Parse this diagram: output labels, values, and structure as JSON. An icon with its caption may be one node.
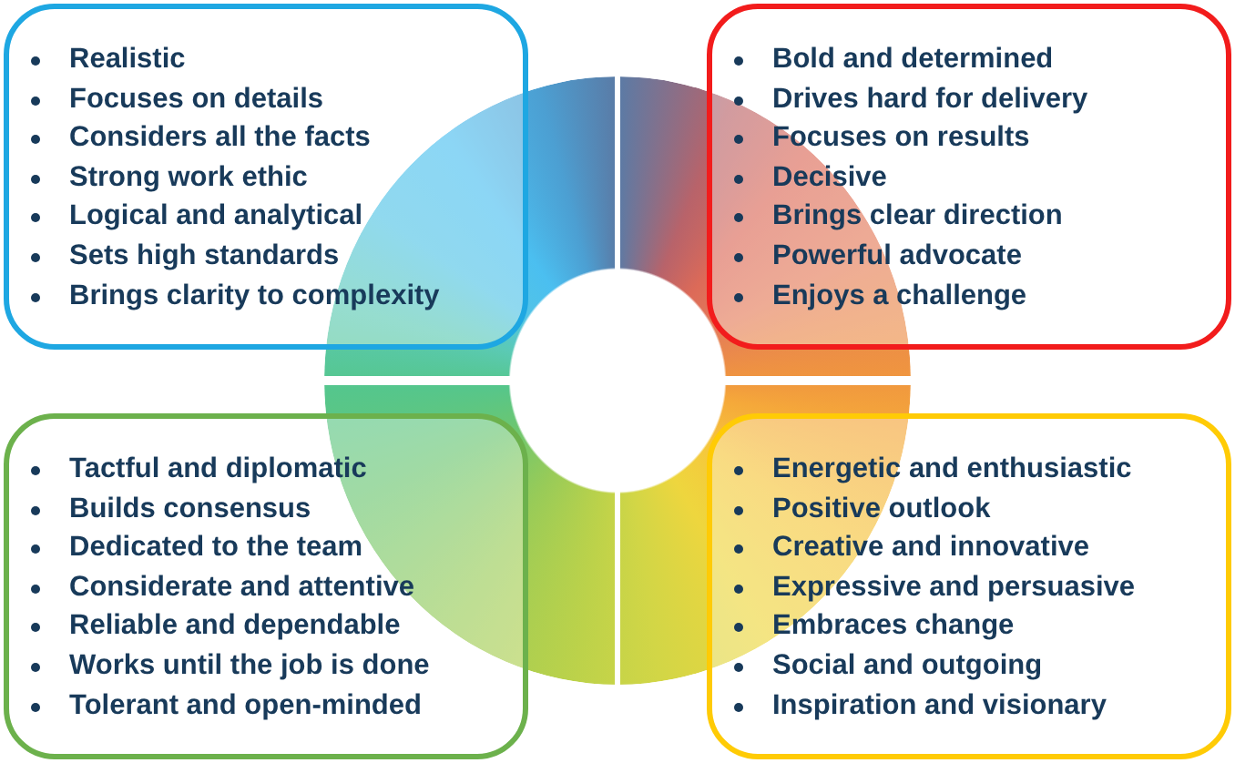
{
  "diagram": {
    "nodes": [
      {
        "text": [
          "Realistic",
          "Focuses on details",
          "Considers all the facts",
          "Strong work ethic",
          "Logical and analytical",
          "Sets high standards",
          "Brings clarity to complexity"
        ]
      },
      {
        "text": [
          "Bold and determined",
          "Drives hard for delivery",
          "Focuses on results",
          "Decisive",
          "Brings clear direction",
          "Powerful advocate",
          "Enjoys a challenge"
        ]
      },
      {
        "text": [
          "Tactful and diplomatic",
          "Builds consensus",
          "Dedicated to the team",
          "Considerate and attentive",
          "Reliable and dependable",
          "Works until the job is done",
          "Tolerant and open-minded"
        ]
      },
      {
        "text": [
          "Energetic and enthusiastic",
          "Positive outlook",
          "Creative and innovative",
          "Expressive and persuasive",
          "Embraces change",
          "Social and outgoing",
          "Inspiration and visionary"
        ]
      }
    ]
  }
}
